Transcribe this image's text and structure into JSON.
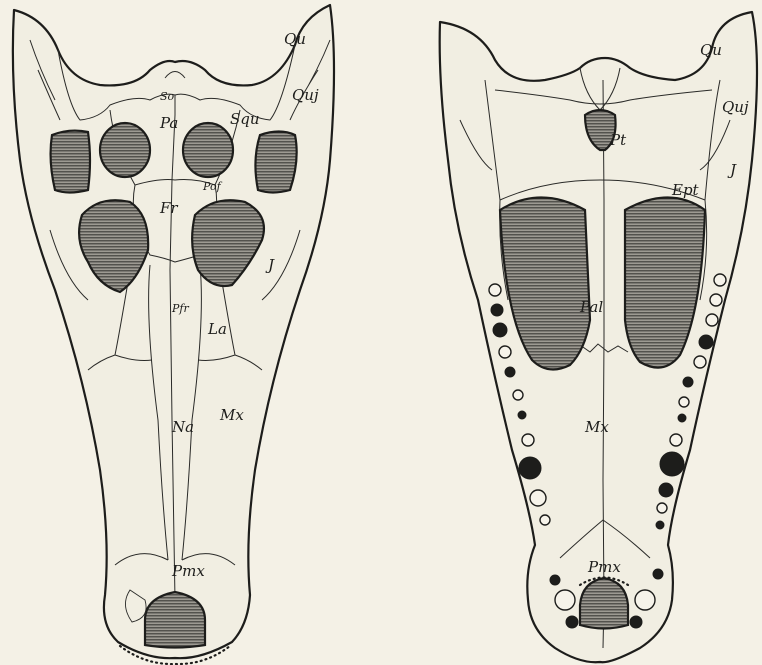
{
  "colors": {
    "ink": "#1d1d1b",
    "paper": "#f4f1e6",
    "bone": "#f1eee2"
  },
  "dorsal_view": {
    "labels": {
      "qu": "Qu",
      "quj": "Quj",
      "so": "So",
      "pa": "Pa",
      "squ": "Squ",
      "pof": "Pof",
      "fr": "Fr",
      "j": "J",
      "pfr": "Pfr",
      "la": "La",
      "na": "Na",
      "mx": "Mx",
      "pmx": "Pmx"
    }
  },
  "ventral_view": {
    "labels": {
      "qu": "Qu",
      "quj": "Quj",
      "pt": "Pt",
      "ept": "Ept",
      "j": "J",
      "pal": "Pal",
      "mx": "Mx",
      "pmx": "Pmx"
    }
  }
}
